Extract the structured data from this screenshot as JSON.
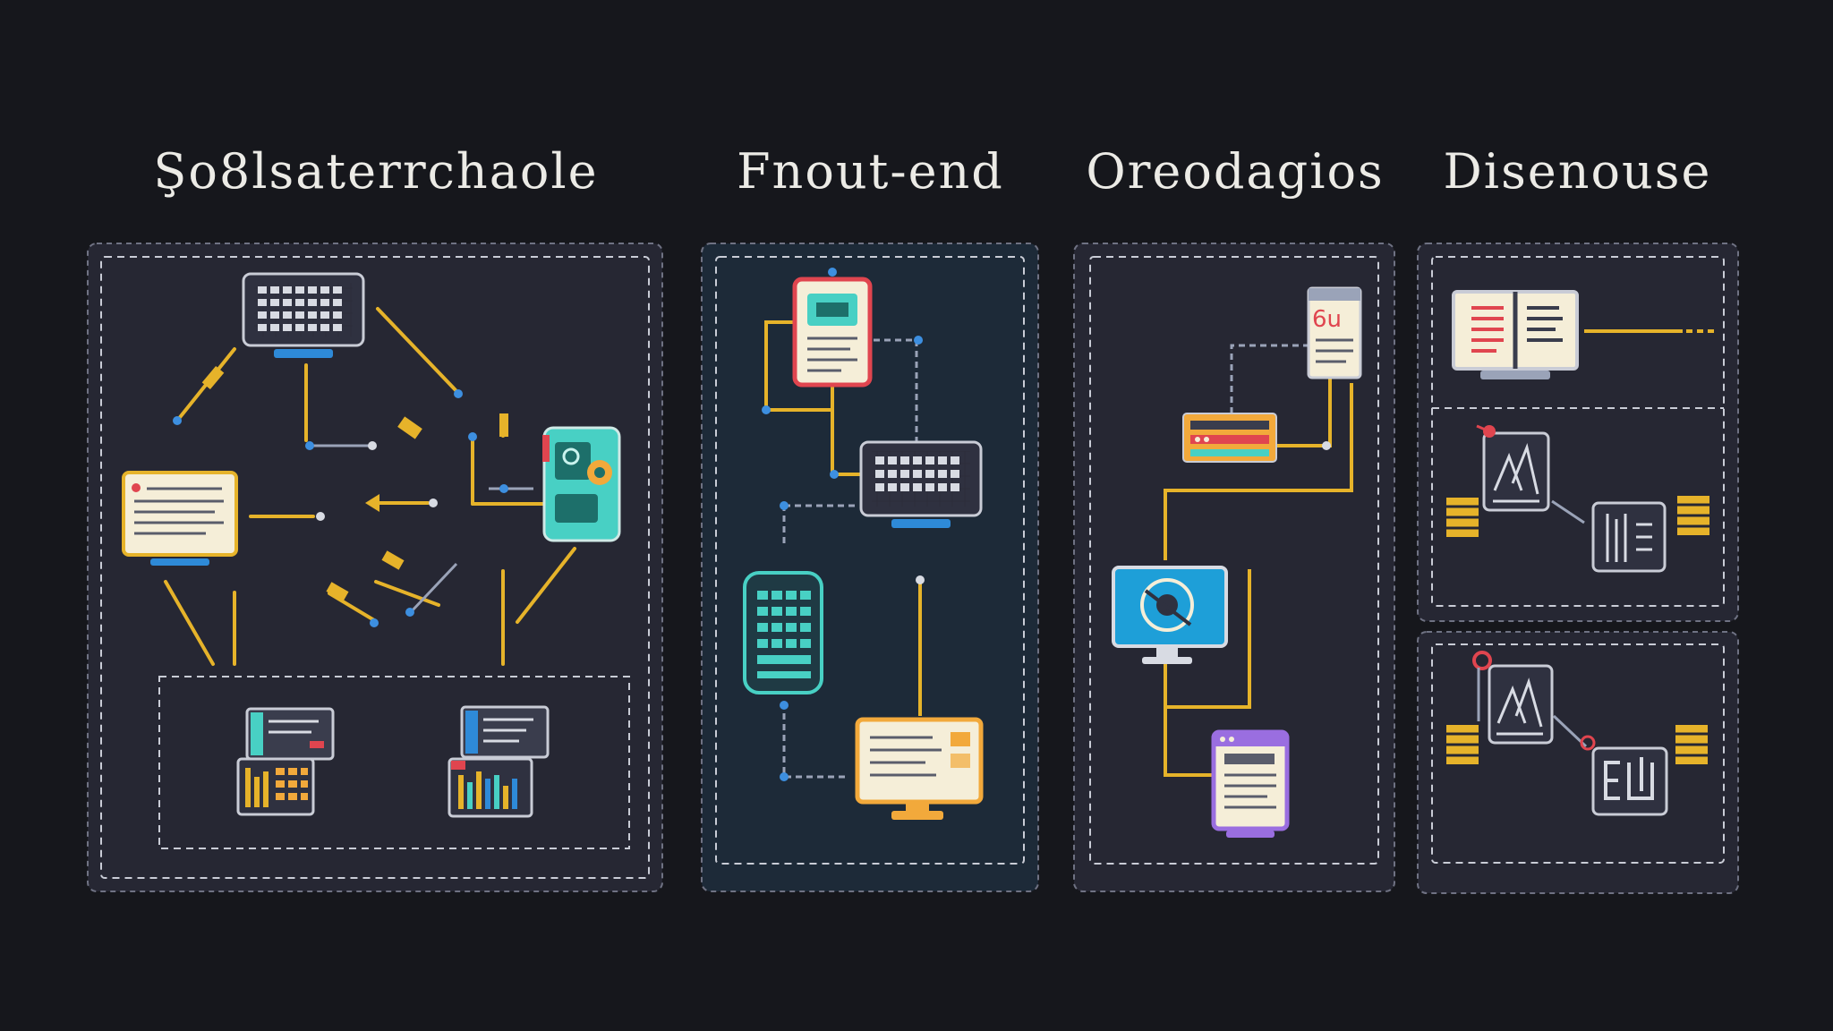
{
  "columns": [
    {
      "title": "Şo8lsaterrchaole"
    },
    {
      "title": "Fnout-end"
    },
    {
      "title": "Oreodagios"
    },
    {
      "title": "Disenouse"
    }
  ],
  "icons": {
    "document_badge": "6u"
  },
  "colors": {
    "background": "#16171c",
    "panel": "#262733",
    "panel_frontend": "#1d2a38",
    "dash": "#c9ccd6",
    "connector": "#e6b32a",
    "node_dot": "#3d8fe0",
    "accent_teal": "#48d0c4",
    "accent_red": "#e0454f",
    "accent_orange": "#f2a93b",
    "accent_purple": "#9a6ee0",
    "screen_blue": "#1e9fd8"
  }
}
